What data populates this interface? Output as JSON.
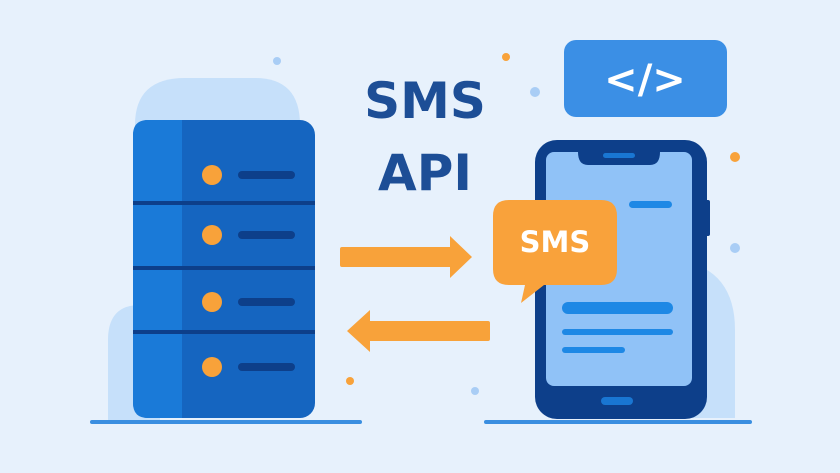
{
  "title": {
    "line1": "SMS",
    "line2": "API"
  },
  "bubble": {
    "label": "SMS"
  },
  "code_badge": {
    "label": "</>"
  },
  "colors": {
    "background": "#e7f1fc",
    "primary_dark": "#0d3f8a",
    "primary": "#1565c0",
    "accent_orange": "#f8a23a",
    "screen": "#90c2f7",
    "code_badge": "#3b8fe5"
  }
}
